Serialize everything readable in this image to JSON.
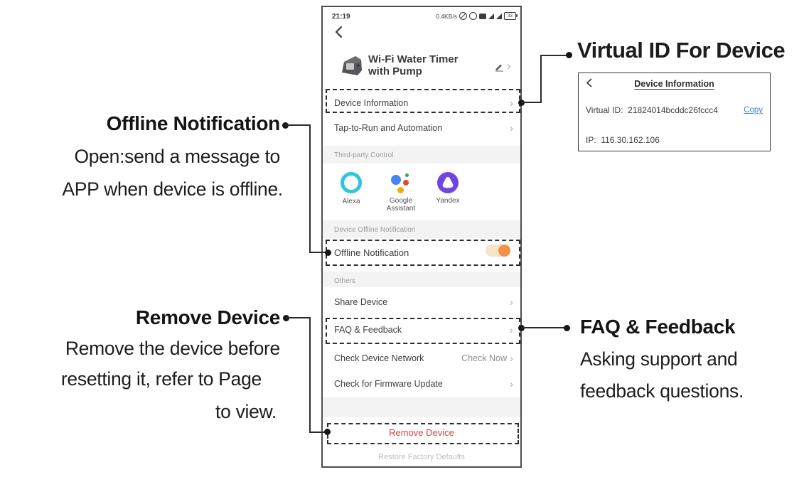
{
  "colors": {
    "toggle_track": "#f7e3c8",
    "toggle_knob": "#f0924a",
    "danger_red": "#ce4646",
    "link_blue": "#3f7fd6",
    "alexa_cyan": "#2fc4d9",
    "google_blue": "#4285f4",
    "google_red": "#ea4335",
    "google_yellow": "#f9ab00",
    "google_green": "#34a853",
    "yandex_purple": "#6e46e5"
  },
  "icons": {
    "chevron": "›",
    "back": "‹"
  },
  "phone": {
    "status": {
      "time": "21:19",
      "speed": "0.4KB/s",
      "battery": "33"
    },
    "header": {
      "title": "Wi-Fi Water Timer with Pump"
    },
    "sections": {
      "third_party": "Third-party Control",
      "device_offline": "Device Offline Notification",
      "others": "Others"
    },
    "rows": {
      "device_information": "Device Information",
      "tap_to_run": "Tap-to-Run and Automation",
      "offline_notification": "Offline Notification",
      "share_device": "Share Device",
      "faq_feedback": "FAQ & Feedback",
      "check_device_network": "Check Device Network",
      "check_now": "Check Now",
      "check_firmware": "Check for Firmware Update",
      "remove_device": "Remove Device",
      "restore_defaults": "Restore Factory Defaults"
    },
    "third_party": [
      {
        "name": "Alexa"
      },
      {
        "name": "Google Assistant"
      },
      {
        "name": "Yandex"
      }
    ],
    "offline_toggle_state": "on"
  },
  "annotations": {
    "virtual_id_title": "Virtual ID For Device",
    "info_card": {
      "title": "Device Information",
      "virtual_id_label": "Virtual ID:",
      "virtual_id_value": "21824014bcddc26fccc4",
      "copy_link": "Copy",
      "ip_label": "IP:",
      "ip_value": "116.30.162.106"
    },
    "offline": {
      "title": "Offline Notification",
      "line1": "Open:send a message to",
      "line2": "APP when device is offline."
    },
    "remove": {
      "title": "Remove Device",
      "line1": "Remove the device before",
      "line2": "resetting it, refer to Page",
      "line3": "to view."
    },
    "faq": {
      "title": "FAQ & Feedback",
      "line1": "Asking support and",
      "line2": "feedback questions."
    }
  }
}
